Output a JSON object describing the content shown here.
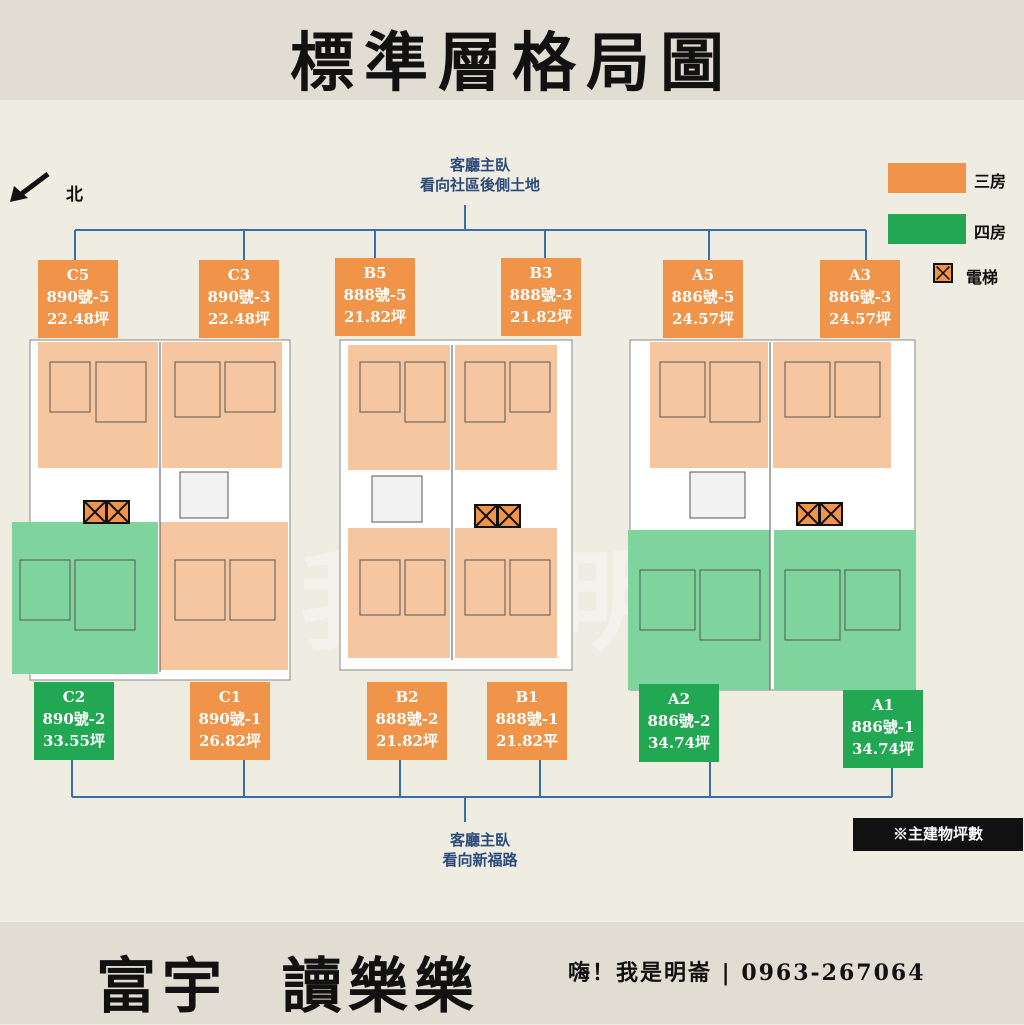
{
  "title": "標準層格局圖",
  "north_label": "北",
  "top_note": [
    "客廳主臥",
    "看向社區後側土地"
  ],
  "bottom_note": [
    "客廳主臥",
    "看向新福路"
  ],
  "legend": [
    {
      "label": "三房",
      "color": "#f0944a"
    },
    {
      "label": "四房",
      "color": "#22a852"
    },
    {
      "label": "電梯",
      "icon": "elevator-icon"
    }
  ],
  "units_top": [
    {
      "code": "C5",
      "address": "890號-5",
      "area": "22.48坪",
      "color": "#f0944a"
    },
    {
      "code": "C3",
      "address": "890號-3",
      "area": "22.48坪",
      "color": "#f0944a"
    },
    {
      "code": "B5",
      "address": "888號-5",
      "area": "21.82坪",
      "color": "#f0944a"
    },
    {
      "code": "B3",
      "address": "888號-3",
      "area": "21.82坪",
      "color": "#f0944a"
    },
    {
      "code": "A5",
      "address": "886號-5",
      "area": "24.57坪",
      "color": "#f0944a"
    },
    {
      "code": "A3",
      "address": "886號-3",
      "area": "24.57坪",
      "color": "#f0944a"
    }
  ],
  "units_bottom": [
    {
      "code": "C2",
      "address": "890號-2",
      "area": "33.55坪",
      "color": "#22a852"
    },
    {
      "code": "C1",
      "address": "890號-1",
      "area": "26.82坪",
      "color": "#f0944a"
    },
    {
      "code": "B2",
      "address": "888號-2",
      "area": "21.82坪",
      "color": "#f0944a"
    },
    {
      "code": "B1",
      "address": "888號-1",
      "area": "21.82平",
      "color": "#f0944a"
    },
    {
      "code": "A2",
      "address": "886號-2",
      "area": "34.74坪",
      "color": "#22a852"
    },
    {
      "code": "A1",
      "address": "886號-1",
      "area": "34.74坪",
      "color": "#22a852"
    }
  ],
  "area_note": "※主建物坪數",
  "footer_name": "富宇  讀樂樂",
  "footer_contact": "嗨！我是明崙 | 0963-267064",
  "watermark": "我是明崙"
}
